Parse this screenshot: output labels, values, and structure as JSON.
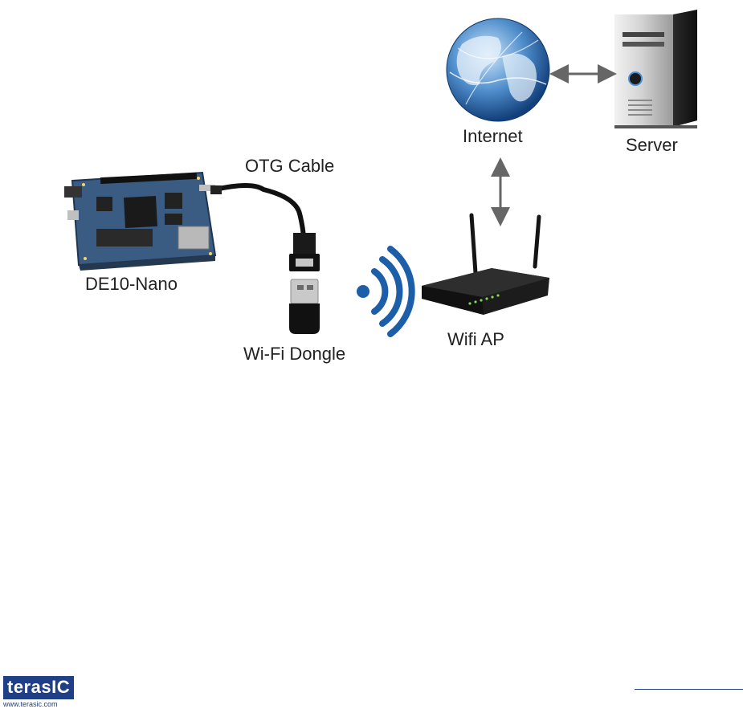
{
  "labels": {
    "otg_cable": "OTG Cable",
    "internet": "Internet",
    "server": "Server",
    "de10_nano": "DE10-Nano",
    "wifi_dongle": "Wi-Fi Dongle",
    "wifi_ap": "Wifi AP"
  },
  "logo": {
    "text": "terasIC",
    "url": "www.terasic.com"
  },
  "colors": {
    "wifi_waves": "#1d5ea8",
    "board": "#3a5b82",
    "arrow": "#666666",
    "logo": "#1f3f86"
  }
}
